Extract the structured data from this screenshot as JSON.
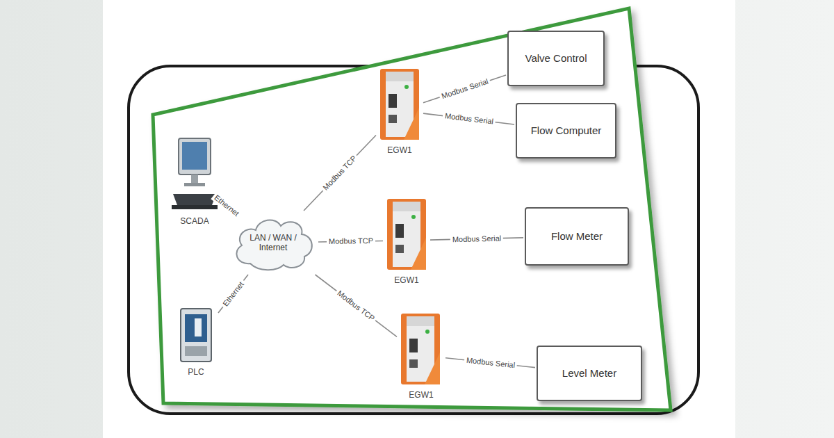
{
  "diagram": {
    "nodes": [
      {
        "text": [
          "SCADA"
        ]
      },
      {
        "text": [
          "PLC"
        ]
      },
      {
        "text": [
          "LAN / WAN / Internet"
        ]
      },
      {
        "text": [
          "EGW1"
        ]
      },
      {
        "text": [
          "Valve Control"
        ]
      },
      {
        "text": [
          "Flow Computer"
        ]
      },
      {
        "text": [
          "EGW1"
        ]
      },
      {
        "text": [
          "Flow Meter"
        ]
      },
      {
        "text": [
          "EGW1"
        ]
      },
      {
        "text": [
          "Level Meter"
        ]
      }
    ],
    "edges": [
      {
        "from": 0,
        "to": 2,
        "label": "Ethernet",
        "arrow": "none"
      },
      {
        "from": 1,
        "to": 2,
        "label": "Ethernet",
        "arrow": "none"
      },
      {
        "from": 2,
        "to": 3,
        "label": "Modbus TCP",
        "arrow": "none"
      },
      {
        "from": 2,
        "to": 6,
        "label": "Modbus TCP",
        "arrow": "none"
      },
      {
        "from": 2,
        "to": 8,
        "label": "Modbus TCP",
        "arrow": "none"
      },
      {
        "from": 3,
        "to": 4,
        "label": "Modbus Serial",
        "arrow": "none"
      },
      {
        "from": 3,
        "to": 5,
        "label": "Modbus Serial",
        "arrow": "none"
      },
      {
        "from": 6,
        "to": 7,
        "label": "Modbus Serial",
        "arrow": "none"
      },
      {
        "from": 8,
        "to": 9,
        "label": "Modbus Serial",
        "arrow": "none"
      }
    ]
  }
}
